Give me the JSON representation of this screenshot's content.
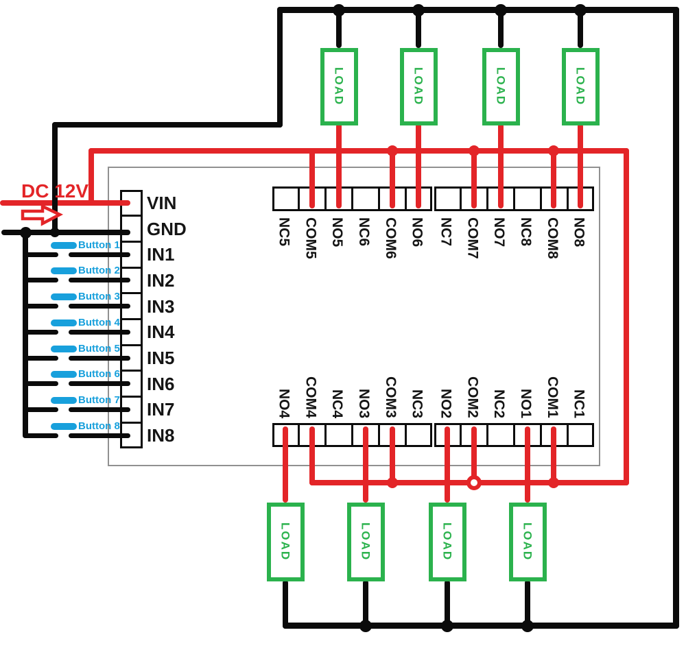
{
  "colors": {
    "wire_black": "#0b0b0b",
    "wire_red": "#e32528",
    "load_green": "#2bb24d",
    "button_blue": "#18a0dc",
    "module_outline_gray": "#909090",
    "text_black": "#151515"
  },
  "labels": {
    "dc_supply": "DC 12V"
  },
  "icons": {
    "current_direction": "right-arrow"
  },
  "pin_header": {
    "pins": [
      "VIN",
      "GND",
      "IN1",
      "IN2",
      "IN3",
      "IN4",
      "IN5",
      "IN6",
      "IN7",
      "IN8"
    ]
  },
  "buttons": [
    {
      "label": "Button 1"
    },
    {
      "label": "Button 2"
    },
    {
      "label": "Button 3"
    },
    {
      "label": "Button 4"
    },
    {
      "label": "Button 5"
    },
    {
      "label": "Button 6"
    },
    {
      "label": "Button 7"
    },
    {
      "label": "Button 8"
    }
  ],
  "top_terminals": [
    "NC5",
    "COM5",
    "NO5",
    "NC6",
    "COM6",
    "NO6",
    "NC7",
    "COM7",
    "NO7",
    "NC8",
    "COM8",
    "NO8"
  ],
  "bottom_terminals": [
    "NO4",
    "COM4",
    "NC4",
    "NO3",
    "COM3",
    "NC3",
    "NO2",
    "COM2",
    "NC2",
    "NO1",
    "COM1",
    "NC1"
  ],
  "loads": {
    "top": [
      "LOAD",
      "LOAD",
      "LOAD",
      "LOAD"
    ],
    "bottom": [
      "LOAD",
      "LOAD",
      "LOAD",
      "LOAD"
    ]
  }
}
